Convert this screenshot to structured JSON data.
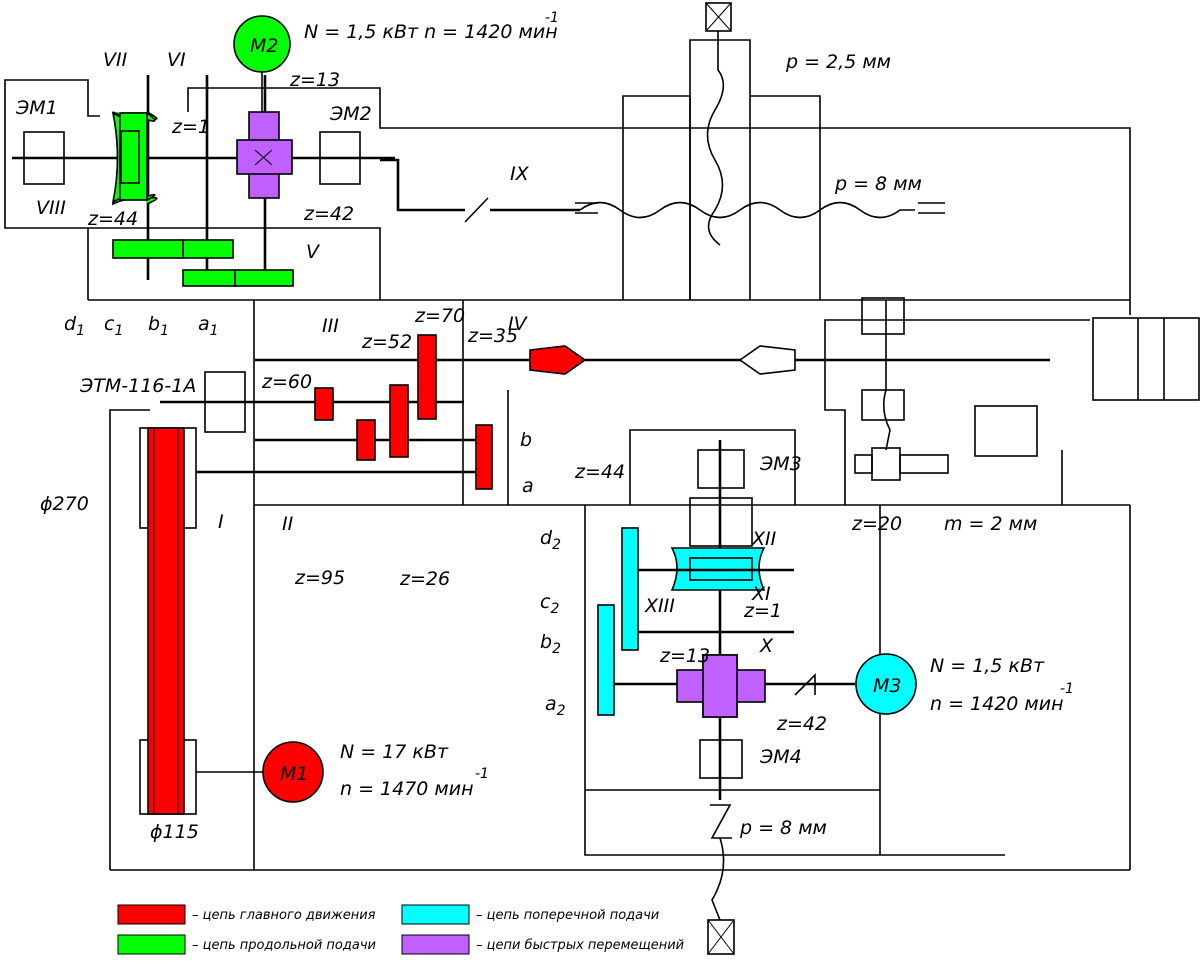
{
  "colors": {
    "main_motion": "#ff0000",
    "longitudinal_feed": "#00ff00",
    "cross_feed": "#00ffff",
    "rapid_traverse": "#c060ff"
  },
  "motors": {
    "m1": {
      "label": "M1",
      "power": "N = 17 кВт",
      "speed": "n = 1470 мин",
      "exp": "-1"
    },
    "m2": {
      "label": "M2",
      "spec": "N = 1,5 кВт  n = 1420 мин",
      "exp": "-1"
    },
    "m3": {
      "label": "M3",
      "power": "N = 1,5 кВт",
      "speed": "n = 1420 мин",
      "exp": "-1"
    }
  },
  "clutches": {
    "em1": "ЭМ1",
    "em2": "ЭМ2",
    "em3": "ЭМ3",
    "em4": "ЭМ4",
    "etm": "ЭТМ-116-1А"
  },
  "shafts": {
    "I": "I",
    "II": "II",
    "III": "III",
    "IV": "IV",
    "V": "V",
    "VI": "VI",
    "VII": "VII",
    "VIII": "VIII",
    "IX": "IX",
    "X": "X",
    "XI": "XI",
    "XII": "XII",
    "XIII": "XIII"
  },
  "gears": {
    "top_worm_z1": "z=1",
    "top_worm_z44": "z=44",
    "top_z13": "z=13",
    "top_z42": "z=42",
    "d1": "d",
    "c1": "c",
    "b1": "b",
    "a1": "a",
    "sub1": "1",
    "z60": "z=60",
    "z52": "z=52",
    "z70": "z=70",
    "z35": "z=35",
    "z95": "z=95",
    "z26": "z=26",
    "b": "b",
    "a": "a",
    "bot_z44": "z=44",
    "bot_z1": "z=1",
    "bot_z13": "z=13",
    "bot_z42": "z=42",
    "d2": "d",
    "c2": "c",
    "b2": "b",
    "a2": "a",
    "sub2": "2",
    "z20": "z=20",
    "m2mm": "m = 2 мм"
  },
  "pulleys": {
    "d270": "ϕ270",
    "d115": "ϕ115"
  },
  "screws": {
    "p25": "p = 2,5 мм",
    "p8_top": "p = 8 мм",
    "p8_bot": "p = 8 мм"
  },
  "legend": [
    {
      "key": "main_motion",
      "label": "– цепь главного движения"
    },
    {
      "key": "longitudinal_feed",
      "label": "– цепь продольной подачи"
    },
    {
      "key": "cross_feed",
      "label": "– цепь поперечной подачи"
    },
    {
      "key": "rapid_traverse",
      "label": "– цепи быстрых перемещений"
    }
  ]
}
